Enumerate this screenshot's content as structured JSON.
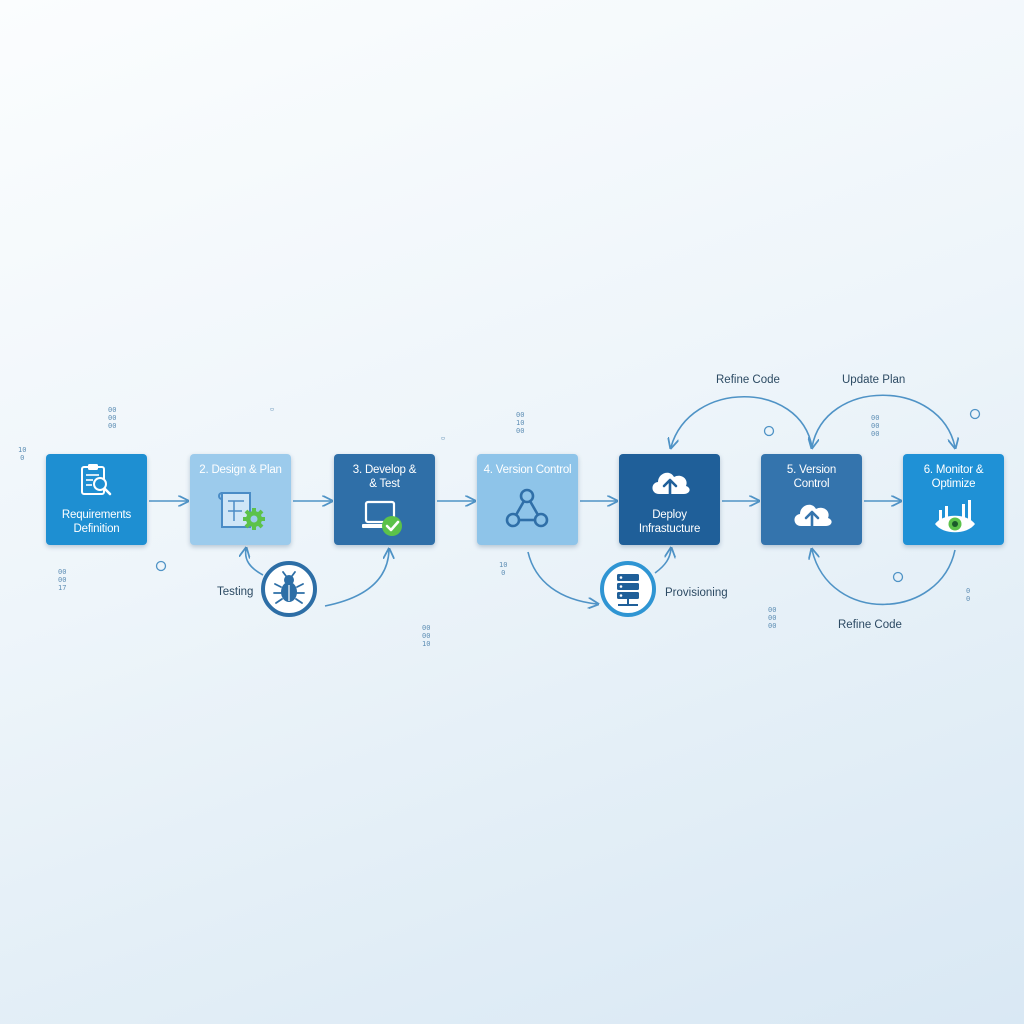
{
  "steps": [
    {
      "id": "requirements",
      "label": "Requirements Definition",
      "icon": "clipboard-search-icon"
    },
    {
      "id": "design",
      "label": "2. Design & Plan",
      "icon": "blueprint-gear-icon"
    },
    {
      "id": "develop",
      "label_line1": "3. Develop &",
      "label_line2": "& Test",
      "icon": "laptop-check-icon"
    },
    {
      "id": "version-control-4",
      "label": "4. Version Control",
      "icon": "git-branch-icon"
    },
    {
      "id": "deploy",
      "label": "Deploy Infrastucture",
      "icon": "cloud-upload-icon"
    },
    {
      "id": "version-control-5",
      "label": "5. Version Control",
      "icon": "cloud-upload-icon"
    },
    {
      "id": "monitor",
      "label": "6. Monitor & Optimize",
      "icon": "chart-eye-icon"
    }
  ],
  "loops": {
    "testing": {
      "label": "Testing",
      "icon": "bug-icon"
    },
    "provisioning": {
      "label": "Provisioning",
      "icon": "server-icon"
    },
    "refine_code_top": "Refine Code",
    "update_plan": "Update Plan",
    "refine_code_bottom": "Refine Code"
  },
  "colors": {
    "arrow": "#4f93c6",
    "accent_green": "#5cc24a",
    "dark_blue": "#1f5f99",
    "sky_blue": "#1e8fd2"
  }
}
